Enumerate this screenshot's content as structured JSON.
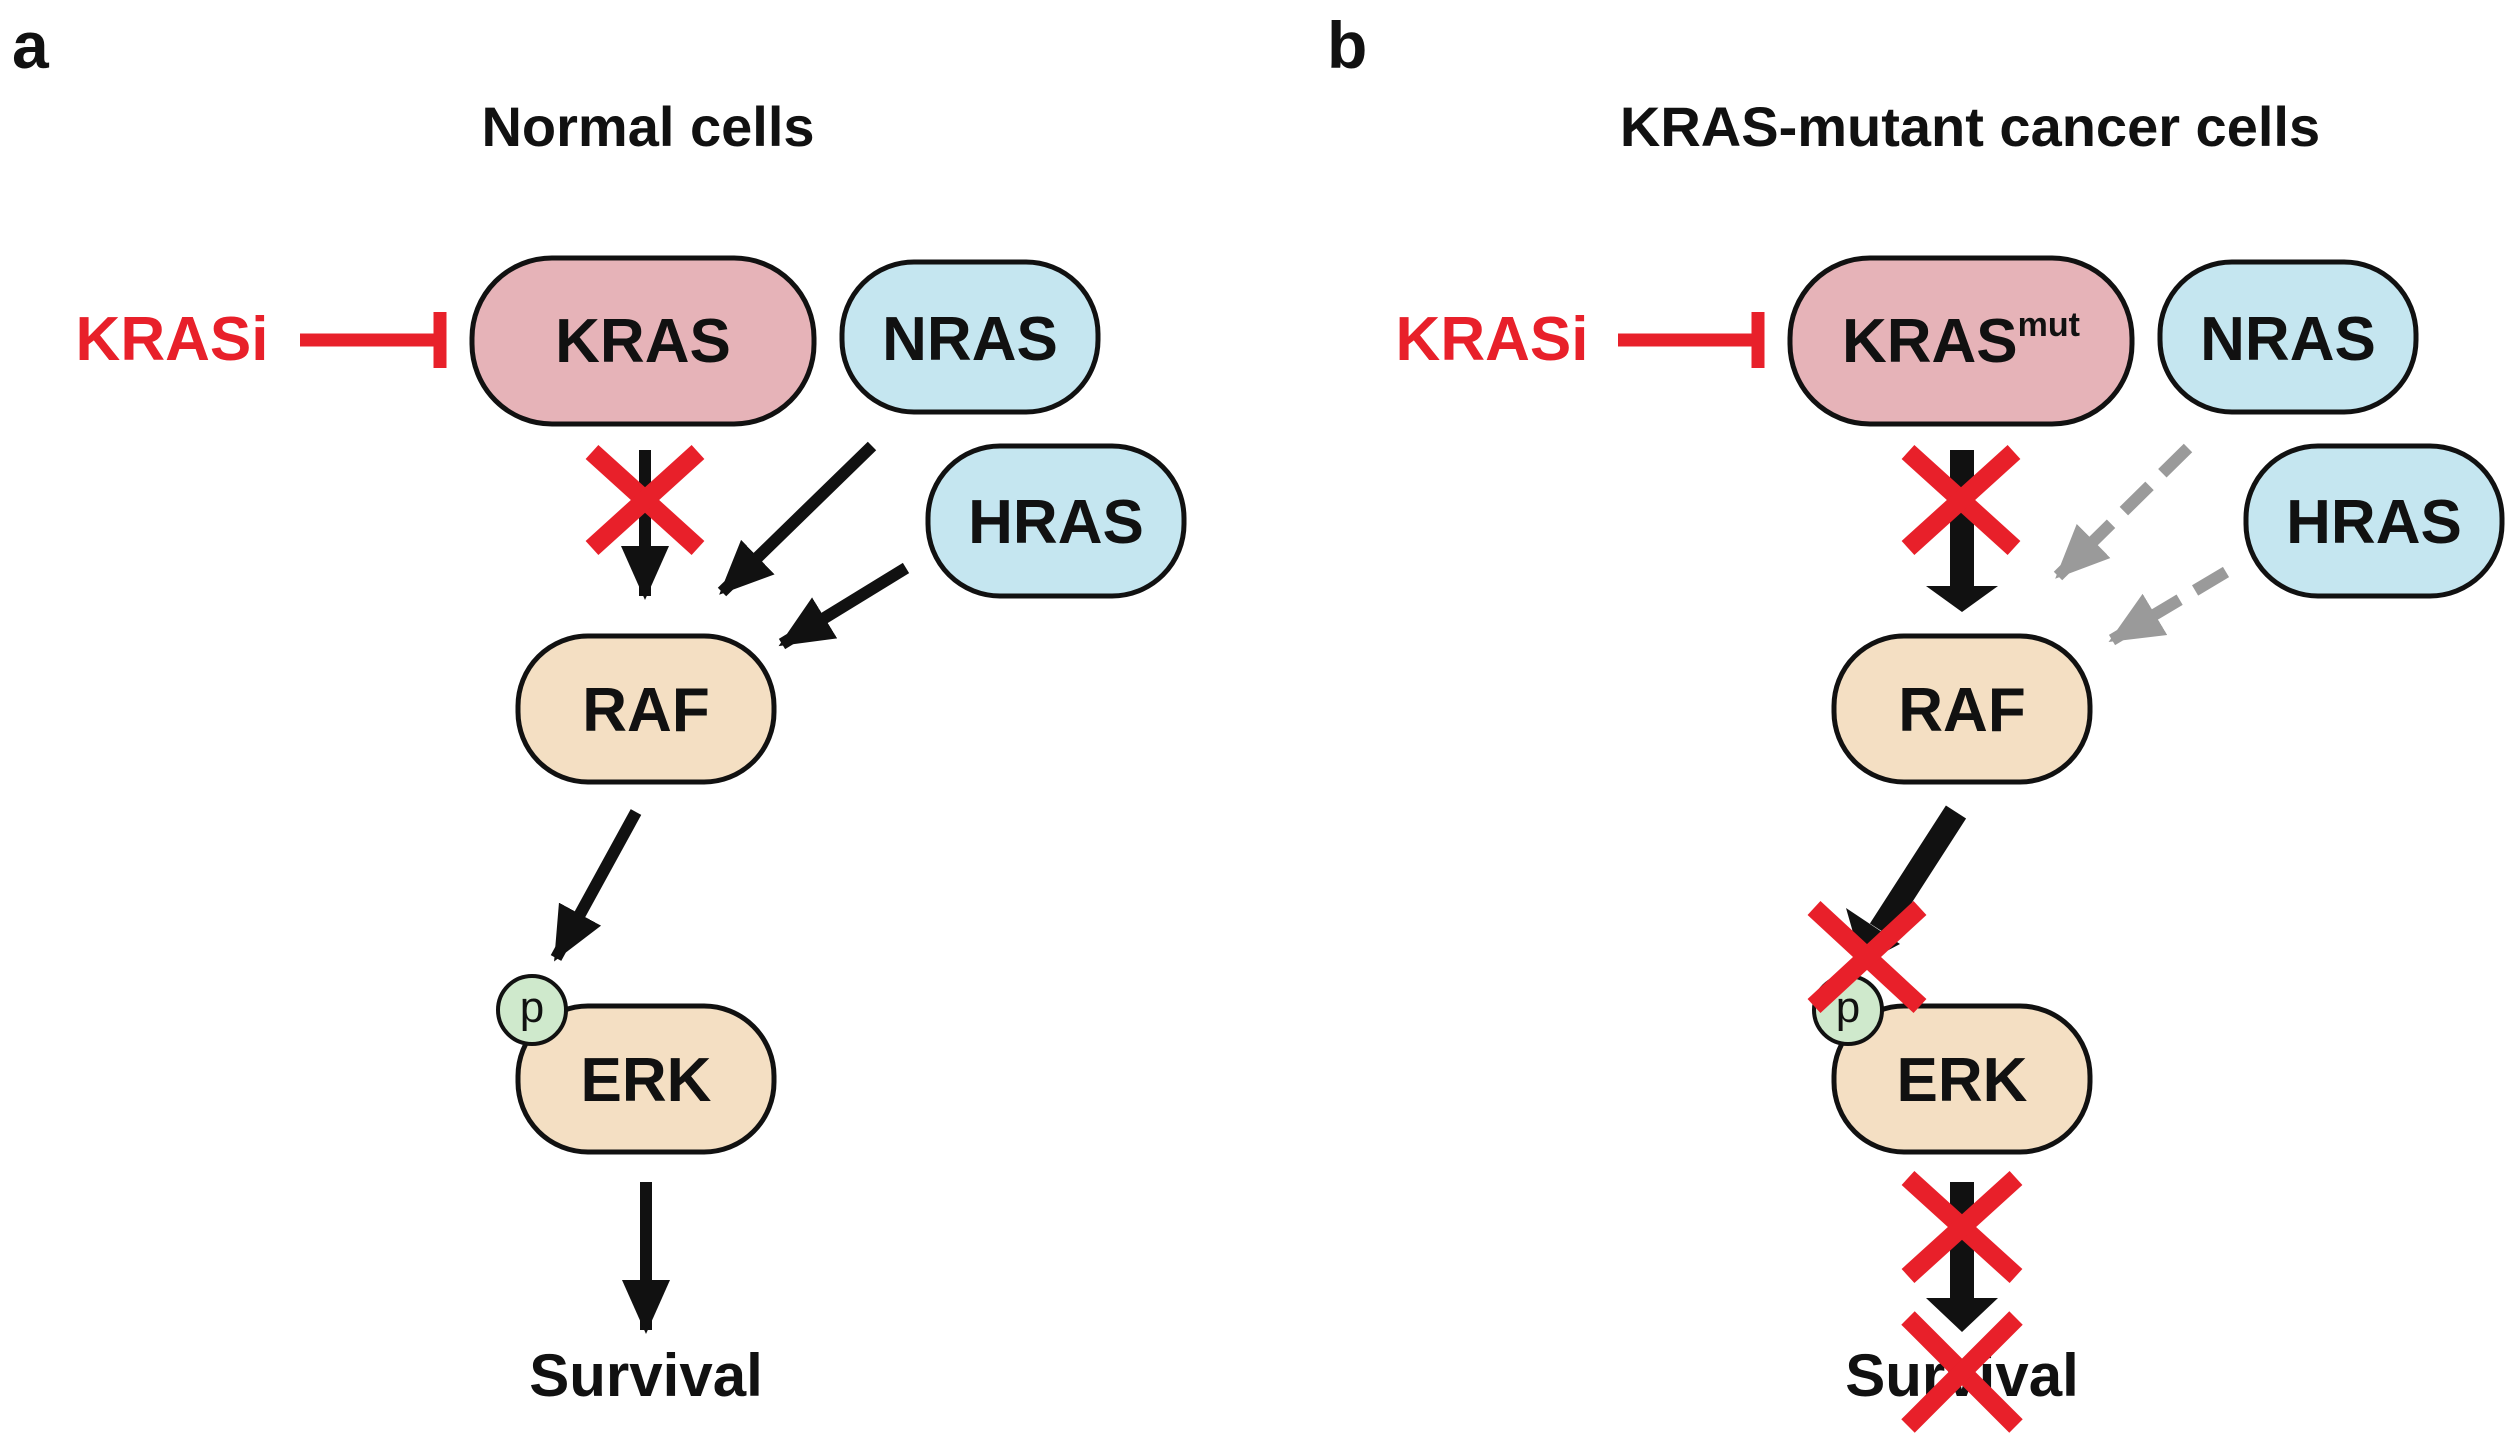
{
  "panels": {
    "a": {
      "letter": "a",
      "title": "Normal cells",
      "inhibitor": "KRASi",
      "kras": "KRAS",
      "kras_sup": "",
      "nras": "NRAS",
      "hras": "HRAS",
      "raf": "RAF",
      "erk": "ERK",
      "phospho": "p",
      "outcome": "Survival"
    },
    "b": {
      "letter": "b",
      "title": "KRAS-mutant cancer cells",
      "inhibitor": "KRASi",
      "kras": "KRAS",
      "kras_sup": "mut",
      "nras": "NRAS",
      "hras": "HRAS",
      "raf": "RAF",
      "erk": "ERK",
      "phospho": "p",
      "outcome": "Survival"
    }
  },
  "colors": {
    "inhibitor": "#e8202a",
    "kras_fill": "#e6b3b8",
    "ras_fill": "#c5e6f0",
    "kinase_fill": "#f4dfc3",
    "phospho_fill": "#cfe9cc",
    "weak_arrow": "#9a9a9a",
    "arrow": "#111111"
  }
}
